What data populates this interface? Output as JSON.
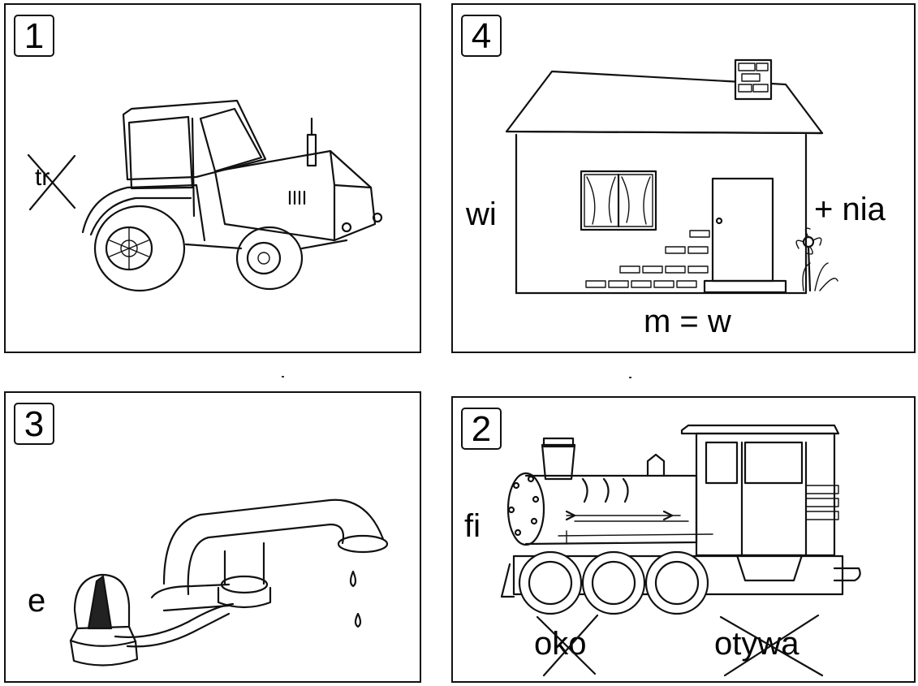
{
  "panels": [
    {
      "id": "panel-1",
      "number": "1",
      "picture": "tractor-icon",
      "labels": [
        {
          "id": "struck-syllable",
          "text": "tr",
          "struck": true
        }
      ]
    },
    {
      "id": "panel-4",
      "number": "4",
      "picture": "house-icon",
      "labels": [
        {
          "id": "prefix",
          "text": "wi"
        },
        {
          "id": "suffix",
          "text": "+ nia"
        },
        {
          "id": "substitution",
          "text": "m = w"
        }
      ]
    },
    {
      "id": "panel-3",
      "number": "3",
      "picture": "faucet-icon",
      "labels": [
        {
          "id": "prefix",
          "text": "e"
        }
      ]
    },
    {
      "id": "panel-2",
      "number": "2",
      "picture": "locomotive-icon",
      "labels": [
        {
          "id": "prefix",
          "text": "fi"
        },
        {
          "id": "struck-word-1",
          "text": "oko",
          "struck": true
        },
        {
          "id": "struck-word-2",
          "text": "otywa",
          "struck": true
        }
      ]
    }
  ]
}
